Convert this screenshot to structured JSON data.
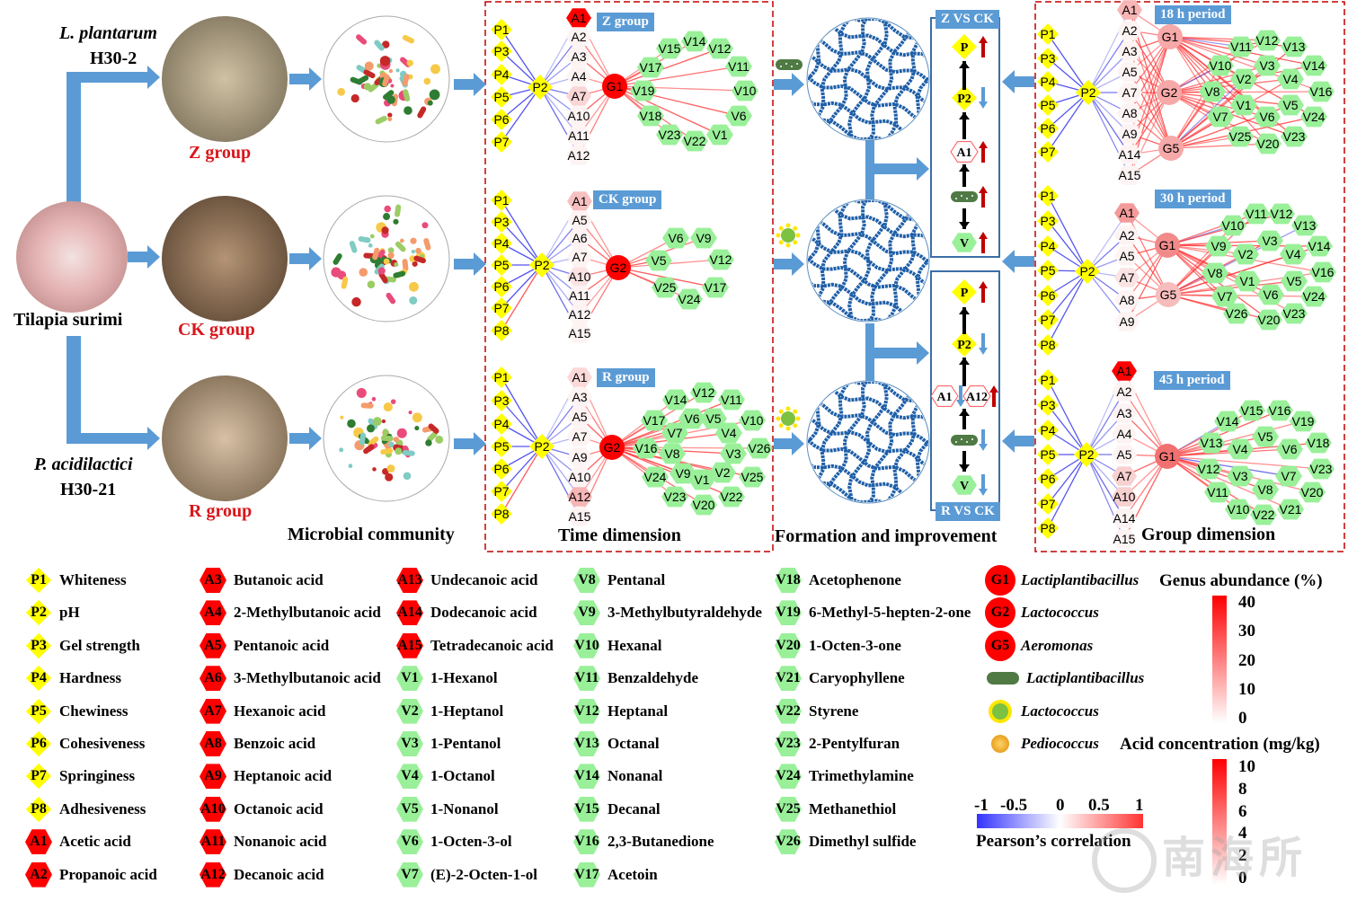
{
  "left": {
    "strain_top": "L. plantarum",
    "strain_top_code": "H30-2",
    "strain_bottom": "P. acidilactici",
    "strain_bottom_code": "H30-21",
    "source": "Tilapia surimi",
    "groups": [
      "Z group",
      "CK group",
      "R group"
    ]
  },
  "section_titles": {
    "microbial": "Microbial community",
    "time": "Time dimension",
    "formation": "Formation and improvement",
    "group": "Group dimension"
  },
  "networks": [
    {
      "tag": "Z group",
      "p": [
        "P1",
        "P3",
        "P4",
        "P5",
        "P6",
        "P7"
      ],
      "hub": "P2",
      "a": [
        "A1",
        "A2",
        "A3",
        "A4",
        "A7",
        "A10",
        "A11",
        "A12"
      ],
      "g": [
        "G1"
      ],
      "v": [
        "V15",
        "V14",
        "V12",
        "V17",
        "V11",
        "V19",
        "V10",
        "V18",
        "V6",
        "V23",
        "V22",
        "V1"
      ]
    },
    {
      "tag": "CK group",
      "p": [
        "P1",
        "P3",
        "P4",
        "P5",
        "P6",
        "P7",
        "P8"
      ],
      "hub": "P2",
      "a": [
        "A1",
        "A5",
        "A6",
        "A7",
        "A10",
        "A11",
        "A12",
        "A15"
      ],
      "g": [
        "G2"
      ],
      "v": [
        "V6",
        "V9",
        "V5",
        "V12",
        "V25",
        "V17",
        "V24"
      ]
    },
    {
      "tag": "R group",
      "p": [
        "P1",
        "P3",
        "P4",
        "P5",
        "P6",
        "P7",
        "P8"
      ],
      "hub": "P2",
      "a": [
        "A1",
        "A3",
        "A5",
        "A7",
        "A9",
        "A10",
        "A12",
        "A15"
      ],
      "g": [
        "G2"
      ],
      "v": [
        "V14",
        "V12",
        "V11",
        "V17",
        "V6",
        "V5",
        "V10",
        "V7",
        "V4",
        "V16",
        "V8",
        "V3",
        "V26",
        "V24",
        "V9",
        "V1",
        "V2",
        "V25",
        "V23",
        "V20",
        "V22"
      ]
    },
    {
      "tag": "18 h period",
      "p": [
        "P1",
        "P3",
        "P4",
        "P5",
        "P6",
        "P7"
      ],
      "hub": "P2",
      "a": [
        "A1",
        "A2",
        "A3",
        "A5",
        "A7",
        "A8",
        "A9",
        "A14",
        "A15"
      ],
      "g": [
        "G1",
        "G2",
        "G5"
      ],
      "v": [
        "V11",
        "V12",
        "V13",
        "V10",
        "V3",
        "V14",
        "V2",
        "V4",
        "V8",
        "V16",
        "V1",
        "V5",
        "V7",
        "V6",
        "V24",
        "V25",
        "V20",
        "V23"
      ]
    },
    {
      "tag": "30 h period",
      "p": [
        "P1",
        "P3",
        "P4",
        "P5",
        "P6",
        "P7",
        "P8"
      ],
      "hub": "P2",
      "a": [
        "A1",
        "A2",
        "A5",
        "A7",
        "A8",
        "A9"
      ],
      "g": [
        "G1",
        "G5"
      ],
      "v": [
        "V10",
        "V11",
        "V12",
        "V13",
        "V9",
        "V3",
        "V2",
        "V4",
        "V14",
        "V8",
        "V1",
        "V5",
        "V16",
        "V7",
        "V6",
        "V24",
        "V26",
        "V20",
        "V23"
      ]
    },
    {
      "tag": "45 h period",
      "p": [
        "P1",
        "P3",
        "P4",
        "P5",
        "P6",
        "P7",
        "P8"
      ],
      "hub": "P2",
      "a": [
        "A1",
        "A2",
        "A3",
        "A4",
        "A5",
        "A7",
        "A10",
        "A14",
        "A15"
      ],
      "g": [
        "G1"
      ],
      "v": [
        "V14",
        "V15",
        "V16",
        "V19",
        "V13",
        "V5",
        "V4",
        "V6",
        "V18",
        "V12",
        "V3",
        "V7",
        "V23",
        "V11",
        "V8",
        "V20",
        "V10",
        "V22",
        "V21"
      ]
    }
  ],
  "comparisons": [
    {
      "title": "Z VS CK",
      "rows": [
        {
          "label": "P",
          "trend": "up"
        },
        {
          "label": "P2",
          "trend": "down"
        },
        {
          "label": "A1",
          "trend": "up"
        },
        {
          "label": "",
          "trend": "up"
        },
        {
          "label": "V",
          "trend": "up"
        }
      ]
    },
    {
      "title": "R VS CK",
      "rows": [
        {
          "label": "P",
          "trend": "up"
        },
        {
          "label": "P2",
          "trend": "down"
        },
        {
          "label": "A1",
          "trend": "down",
          "label2": "A12",
          "trend2": "up"
        },
        {
          "label": "",
          "trend": "down"
        },
        {
          "label": "V",
          "trend": "down"
        }
      ]
    }
  ],
  "legend": {
    "columns": [
      [
        [
          "P",
          "P1",
          "Whiteness"
        ],
        [
          "P",
          "P2",
          "pH"
        ],
        [
          "P",
          "P3",
          "Gel strength"
        ],
        [
          "P",
          "P4",
          "Hardness"
        ],
        [
          "P",
          "P5",
          "Chewiness"
        ],
        [
          "P",
          "P6",
          "Cohesiveness"
        ],
        [
          "P",
          "P7",
          "Springiness"
        ],
        [
          "P",
          "P8",
          "Adhesiveness"
        ],
        [
          "A",
          "A1",
          "Acetic acid"
        ],
        [
          "A",
          "A2",
          "Propanoic acid"
        ]
      ],
      [
        [
          "A",
          "A3",
          "Butanoic acid"
        ],
        [
          "A",
          "A4",
          "2-Methylbutanoic acid"
        ],
        [
          "A",
          "A5",
          "Pentanoic acid"
        ],
        [
          "A",
          "A6",
          "3-Methylbutanoic acid"
        ],
        [
          "A",
          "A7",
          "Hexanoic acid"
        ],
        [
          "A",
          "A8",
          "Benzoic acid"
        ],
        [
          "A",
          "A9",
          "Heptanoic acid"
        ],
        [
          "A",
          "A10",
          "Octanoic acid"
        ],
        [
          "A",
          "A11",
          "Nonanoic acid"
        ],
        [
          "A",
          "A12",
          "Decanoic acid"
        ]
      ],
      [
        [
          "A",
          "A13",
          "Undecanoic acid"
        ],
        [
          "A",
          "A14",
          "Dodecanoic acid"
        ],
        [
          "A",
          "A15",
          "Tetradecanoic acid"
        ],
        [
          "V",
          "V1",
          "1-Hexanol"
        ],
        [
          "V",
          "V2",
          "1-Heptanol"
        ],
        [
          "V",
          "V3",
          "1-Pentanol"
        ],
        [
          "V",
          "V4",
          "1-Octanol"
        ],
        [
          "V",
          "V5",
          "1-Nonanol"
        ],
        [
          "V",
          "V6",
          "1-Octen-3-ol"
        ],
        [
          "V",
          "V7",
          "(E)-2-Octen-1-ol"
        ]
      ],
      [
        [
          "V",
          "V8",
          "Pentanal"
        ],
        [
          "V",
          "V9",
          "3-Methylbutyraldehyde"
        ],
        [
          "V",
          "V10",
          "Hexanal"
        ],
        [
          "V",
          "V11",
          "Benzaldehyde"
        ],
        [
          "V",
          "V12",
          "Heptanal"
        ],
        [
          "V",
          "V13",
          "Octanal"
        ],
        [
          "V",
          "V14",
          "Nonanal"
        ],
        [
          "V",
          "V15",
          "Decanal"
        ],
        [
          "V",
          "V16",
          "2,3-Butanedione"
        ],
        [
          "V",
          "V17",
          "Acetoin"
        ]
      ],
      [
        [
          "V",
          "V18",
          "Acetophenone"
        ],
        [
          "V",
          "V19",
          "6-Methyl-5-hepten-2-one"
        ],
        [
          "V",
          "V20",
          "1-Octen-3-one"
        ],
        [
          "V",
          "V21",
          "Caryophyllene"
        ],
        [
          "V",
          "V22",
          "Styrene"
        ],
        [
          "V",
          "V23",
          "2-Pentylfuran"
        ],
        [
          "V",
          "V24",
          "Trimethylamine"
        ],
        [
          "V",
          "V25",
          "Methanethiol"
        ],
        [
          "V",
          "V26",
          "Dimethyl sulfide"
        ]
      ]
    ],
    "genera": [
      [
        "G",
        "G1",
        "Lactiplantibacillus"
      ],
      [
        "G",
        "G2",
        "Lactococcus"
      ],
      [
        "G",
        "G5",
        "Aeromonas"
      ],
      [
        "rod",
        "",
        "Lactiplantibacillus"
      ],
      [
        "coccus",
        "",
        "Lactococcus"
      ],
      [
        "pedio",
        "",
        "Pediococcus"
      ]
    ],
    "genus_abundance": {
      "title": "Genus abundance (%)",
      "ticks": [
        "40",
        "30",
        "20",
        "10",
        "0"
      ]
    },
    "acid_concentration": {
      "title": "Acid concentration (mg/kg)",
      "ticks": [
        "10",
        "8",
        "6",
        "4",
        "2",
        "0"
      ]
    },
    "pearson": {
      "title": "Pearson’s correlation",
      "ticks": [
        "-1",
        "-0.5",
        "0",
        "0.5",
        "1"
      ],
      "neg_color": "#3333ff",
      "pos_color": "#ff3333"
    }
  },
  "colors": {
    "p_node": "#ffff00",
    "v_node": "#99f099",
    "g_node": "#ff0000",
    "tag": "#5b9bd5",
    "frame": "#c00000",
    "arrow": "#5b9bd5"
  },
  "watermark": "南海所"
}
